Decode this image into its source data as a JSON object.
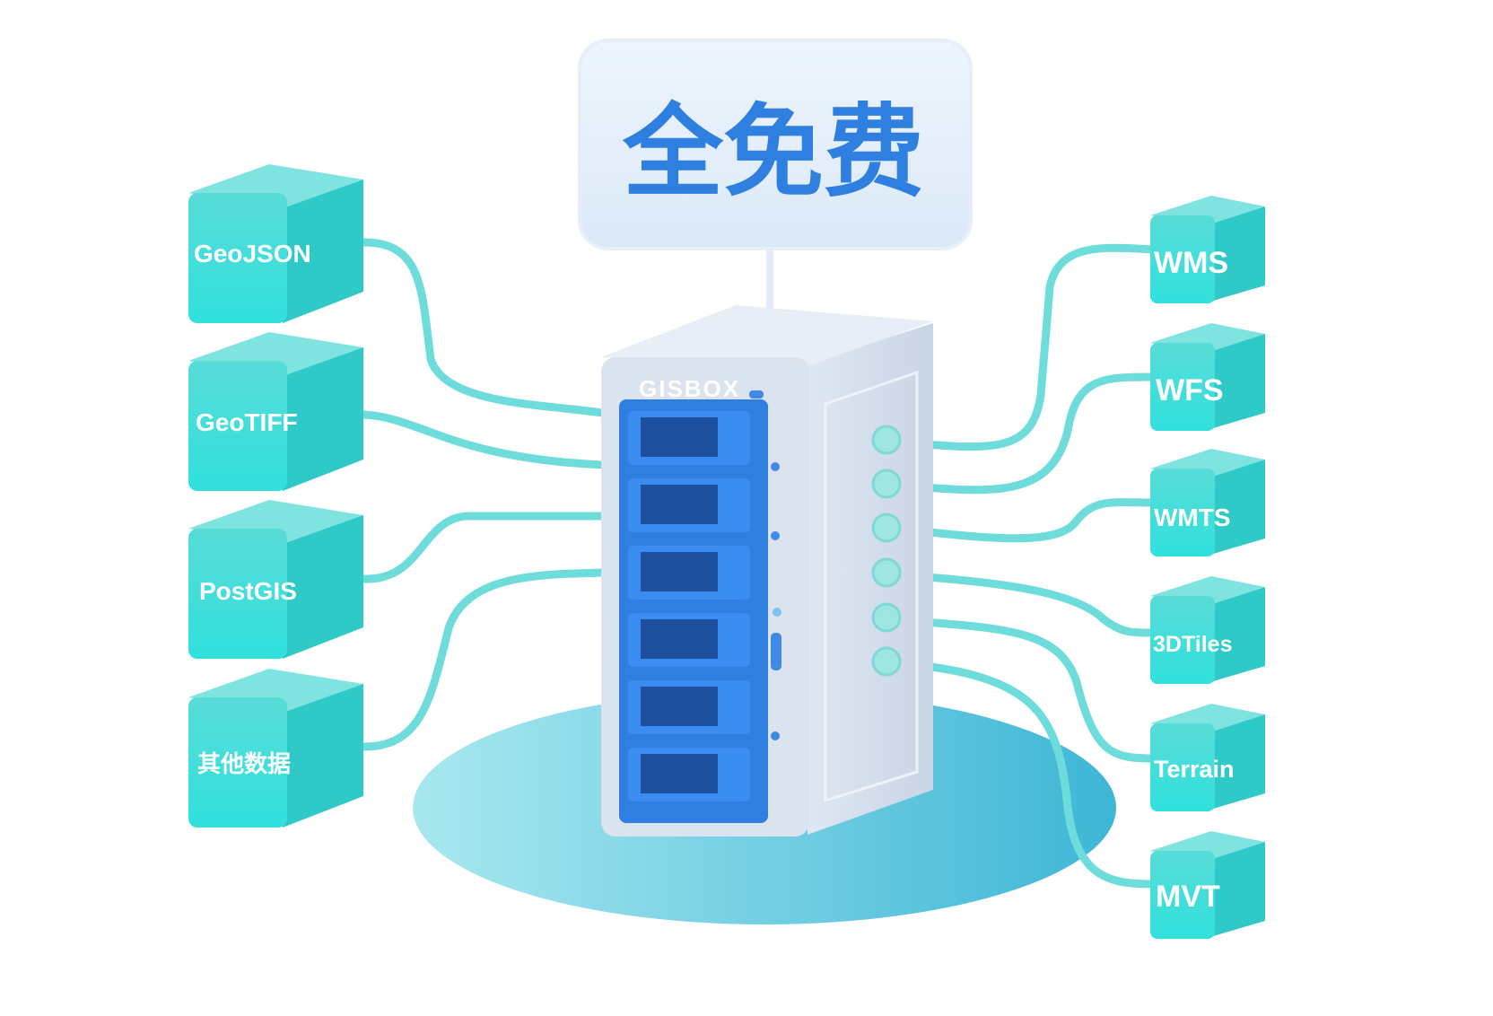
{
  "sign": {
    "text": "全免费"
  },
  "server": {
    "logo": "GISBOX"
  },
  "inputs": [
    {
      "label": "GeoJSON"
    },
    {
      "label": "GeoTIFF"
    },
    {
      "label": "PostGIS"
    },
    {
      "label": "其他数据"
    }
  ],
  "outputs": [
    {
      "label": "WMS"
    },
    {
      "label": "WFS"
    },
    {
      "label": "WMTS"
    },
    {
      "label": "3DTiles"
    },
    {
      "label": "Terrain"
    },
    {
      "label": "MVT"
    }
  ],
  "colors": {
    "cube": "#3fd6d6",
    "cable": "#6fdcdc",
    "accent": "#2f7fe0",
    "platform": "#58c6dc"
  }
}
